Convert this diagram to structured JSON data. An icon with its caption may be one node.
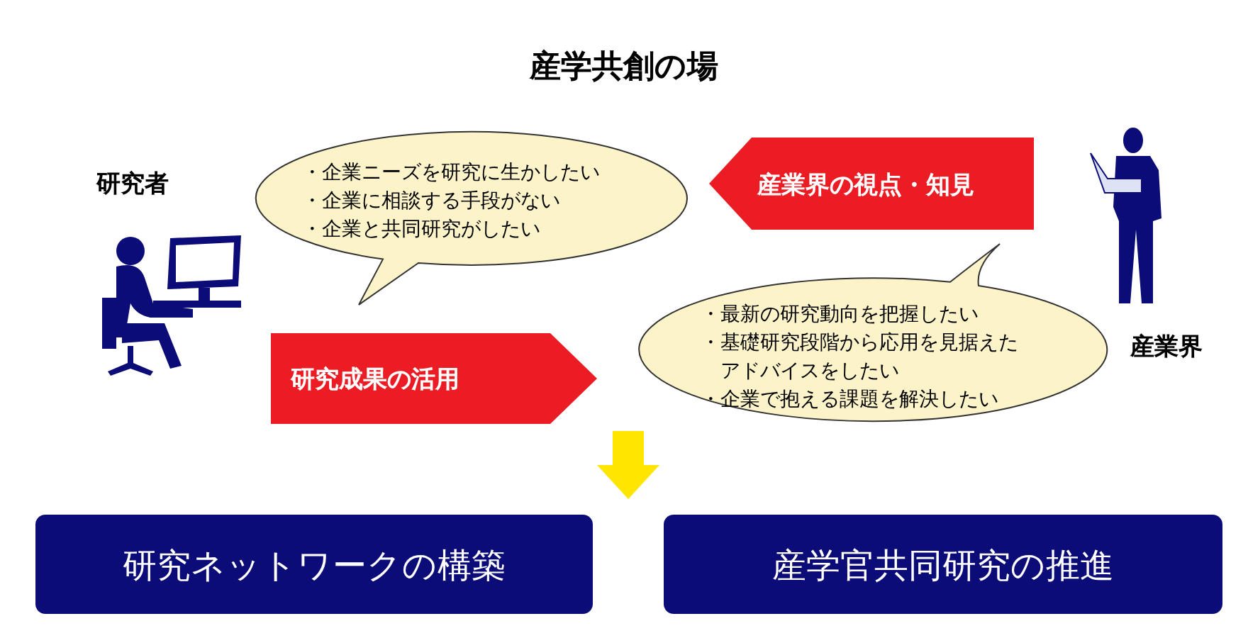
{
  "diagram": {
    "title": "産学共創の場",
    "nodes": [
      {
        "text": [
          "研究者"
        ]
      },
      {
        "text": [
          "・企業ニーズを研究に生かしたい",
          "・企業に相談する手段がない",
          "・企業と共同研究がしたい"
        ]
      },
      {
        "text": [
          "研究成果の活用"
        ]
      },
      {
        "text": [
          "産業界の視点・知見"
        ]
      },
      {
        "text": [
          "・最新の研究動向を把握したい",
          "・基礎研究段階から応用を見据えたアドバイスをしたい",
          "・企業で抱える課題を解決したい"
        ]
      },
      {
        "text": [
          "産業界"
        ]
      },
      {
        "text": [
          "研究ネットワークの構築"
        ]
      },
      {
        "text": [
          "産学官共同研究の推進"
        ]
      }
    ],
    "edges": [
      {
        "from": null,
        "to": 6,
        "arrow": "to",
        "style": "thick",
        "color": "#ffe500"
      },
      {
        "from": null,
        "to": 7,
        "arrow": "to",
        "style": "thick",
        "color": "#ffe500"
      }
    ]
  }
}
